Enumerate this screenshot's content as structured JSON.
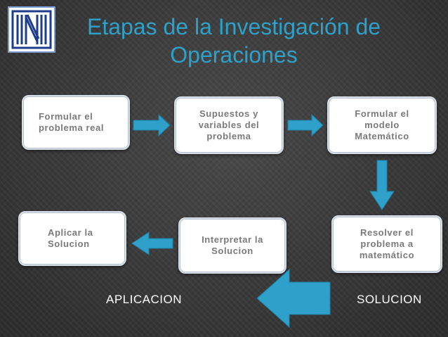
{
  "title": "Etapas de la Investigación de Operaciones",
  "steps": [
    {
      "id": "formular-problema",
      "text": "Formular el\nproblema real"
    },
    {
      "id": "supuestos",
      "text": "Supuestos y\nvariables del\nproblema"
    },
    {
      "id": "formular-modelo",
      "text": "Formular el\nmodelo\nMatemático"
    },
    {
      "id": "resolver",
      "text": "Resolver el\nproblema a\nmatemático"
    },
    {
      "id": "interpretar",
      "text": "Interpretar la\nSolucion"
    },
    {
      "id": "aplicar",
      "text": "Aplicar la\nSolucion"
    }
  ],
  "labels": {
    "aplicacion": "APLICACION",
    "solucion": "SOLUCION"
  },
  "colors": {
    "title": "#2fa0c9",
    "arrow": "#2fa0c9",
    "box_text": "#7a7a7a",
    "logo": "#1e3c8c"
  }
}
